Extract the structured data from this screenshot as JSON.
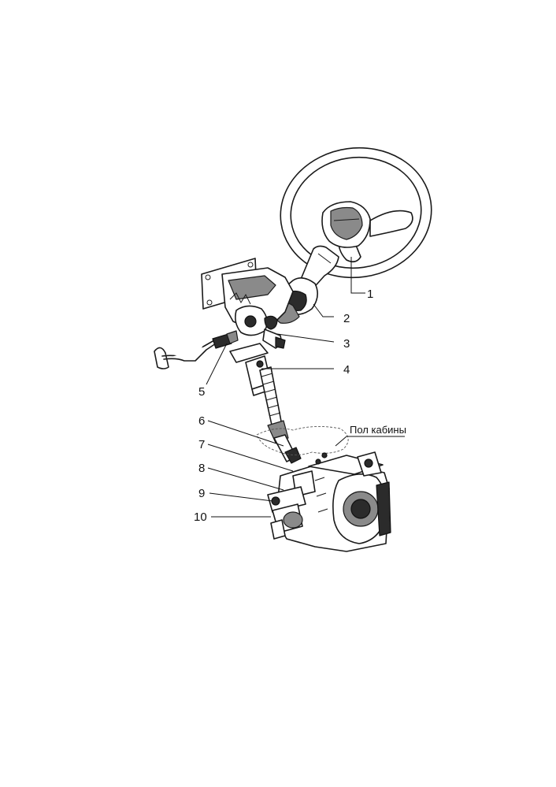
{
  "callouts": [
    {
      "id": "1",
      "label": "1"
    },
    {
      "id": "2",
      "label": "2"
    },
    {
      "id": "3",
      "label": "3"
    },
    {
      "id": "4",
      "label": "4"
    },
    {
      "id": "5",
      "label": "5"
    },
    {
      "id": "6",
      "label": "6"
    },
    {
      "id": "7",
      "label": "7"
    },
    {
      "id": "8",
      "label": "8"
    },
    {
      "id": "9",
      "label": "9"
    },
    {
      "id": "10",
      "label": "10"
    }
  ],
  "cabin_floor_label": "Пол кабины"
}
